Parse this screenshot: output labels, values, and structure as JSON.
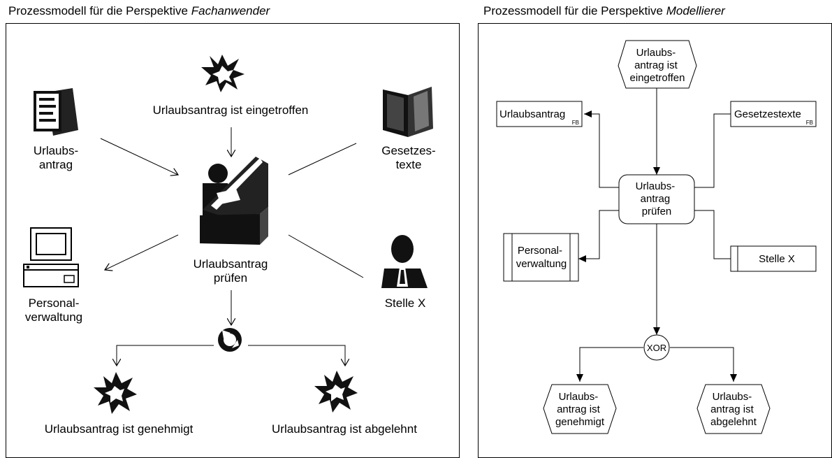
{
  "left_panel": {
    "title_prefix": "Prozessmodell für die Perspektive ",
    "title_emphasis": "Fachanwender",
    "event_received": "Urlaubsantrag ist eingetroffen",
    "doc_line1": "Urlaubs-",
    "doc_line2": "antrag",
    "law_line1": "Gesetzes-",
    "law_line2": "texte",
    "func_line1": "Urlaubsantrag",
    "func_line2": "prüfen",
    "system_line1": "Personal-",
    "system_line2": "verwaltung",
    "role": "Stelle X",
    "event_approved": "Urlaubsantrag ist genehmigt",
    "event_rejected": "Urlaubsantrag ist abgelehnt"
  },
  "right_panel": {
    "title_prefix": "Prozessmodell für die Perspektive ",
    "title_emphasis": "Modellierer",
    "event_received": [
      "Urlaubs-",
      "antrag ist",
      "eingetroffen"
    ],
    "doc_label": "Urlaubsantrag",
    "doc_tag": "FB",
    "law_label": "Gesetzestexte",
    "law_tag": "FB",
    "function": [
      "Urlaubs-",
      "antrag",
      "prüfen"
    ],
    "system": [
      "Personal-",
      "verwaltung"
    ],
    "role": "Stelle X",
    "connector": "XOR",
    "event_approved": [
      "Urlaubs-",
      "antrag ist",
      "genehmigt"
    ],
    "event_rejected": [
      "Urlaubs-",
      "antrag ist",
      "abgelehnt"
    ]
  }
}
